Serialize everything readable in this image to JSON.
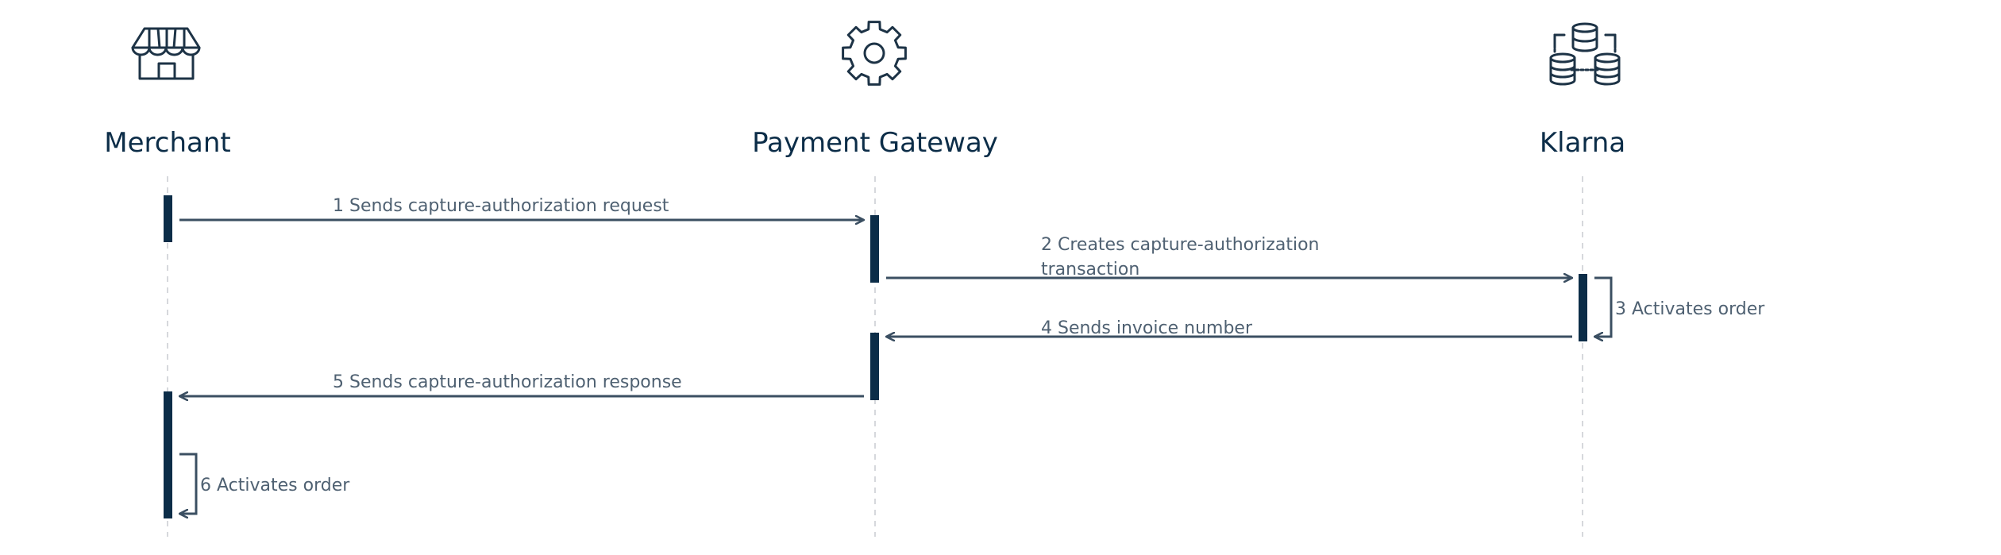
{
  "participants": {
    "merchant": {
      "name": "Merchant",
      "icon": "storefront-icon"
    },
    "gateway": {
      "name": "Payment Gateway",
      "icon": "gear-icon"
    },
    "klarna": {
      "name": "Klarna",
      "icon": "database-network-icon"
    }
  },
  "messages": {
    "m1": "1 Sends capture-authorization request",
    "m2_line1": "2 Creates capture-authorization",
    "m2_line2": "transaction",
    "m3": "3 Activates order",
    "m4": "4 Sends invoice number",
    "m5": "5 Sends capture-authorization response",
    "m6": "6 Activates order"
  },
  "colors": {
    "activation": "#0c2d48",
    "arrow": "#3b4f62",
    "text": "#4f6172",
    "title": "#0c2d48",
    "lifeline": "#c8ccd0"
  }
}
